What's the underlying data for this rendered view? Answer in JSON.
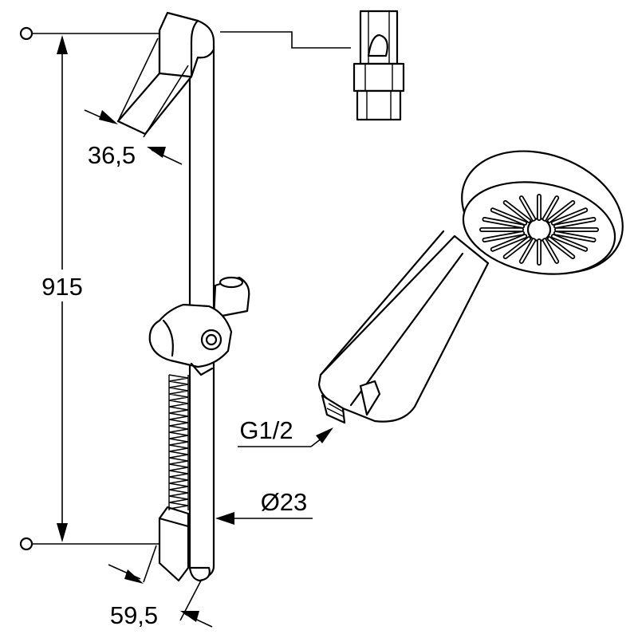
{
  "dimensions": {
    "length": "915",
    "depth_top": "36,5",
    "depth_bottom": "59,5",
    "bar_diameter": "Ø23",
    "thread": "G1/2"
  }
}
